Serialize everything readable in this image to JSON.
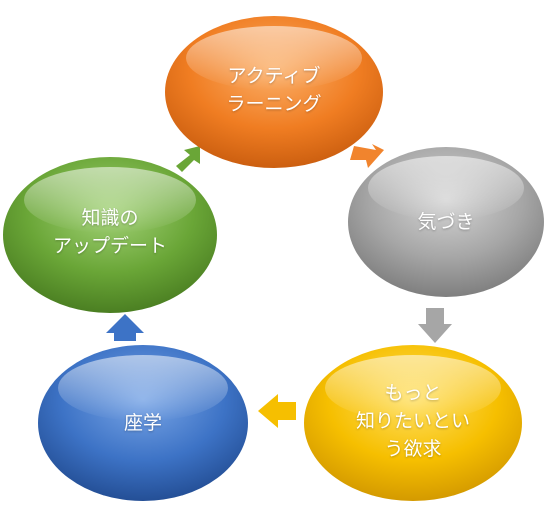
{
  "nodes": [
    {
      "id": "active-learning",
      "lines": [
        "アクティブ",
        "ラーニング"
      ],
      "color": "#f07d22"
    },
    {
      "id": "kizuki",
      "lines": [
        "気づき"
      ],
      "color": "#a6a6a6"
    },
    {
      "id": "motto",
      "lines": [
        "もっと",
        "知りたいとい",
        "う欲求"
      ],
      "color": "#f6bf00"
    },
    {
      "id": "zagaku",
      "lines": [
        "座学"
      ],
      "color": "#3d73c6"
    },
    {
      "id": "update",
      "lines": [
        "知識の",
        "アップデート"
      ],
      "color": "#6aa637"
    }
  ],
  "arrows": [
    {
      "from": "active-learning",
      "to": "kizuki",
      "color": "#f07d22"
    },
    {
      "from": "kizuki",
      "to": "motto",
      "color": "#a6a6a6"
    },
    {
      "from": "motto",
      "to": "zagaku",
      "color": "#f6bf00"
    },
    {
      "from": "zagaku",
      "to": "update",
      "color": "#3d73c6"
    },
    {
      "from": "update",
      "to": "active-learning",
      "color": "#6aa637"
    }
  ]
}
